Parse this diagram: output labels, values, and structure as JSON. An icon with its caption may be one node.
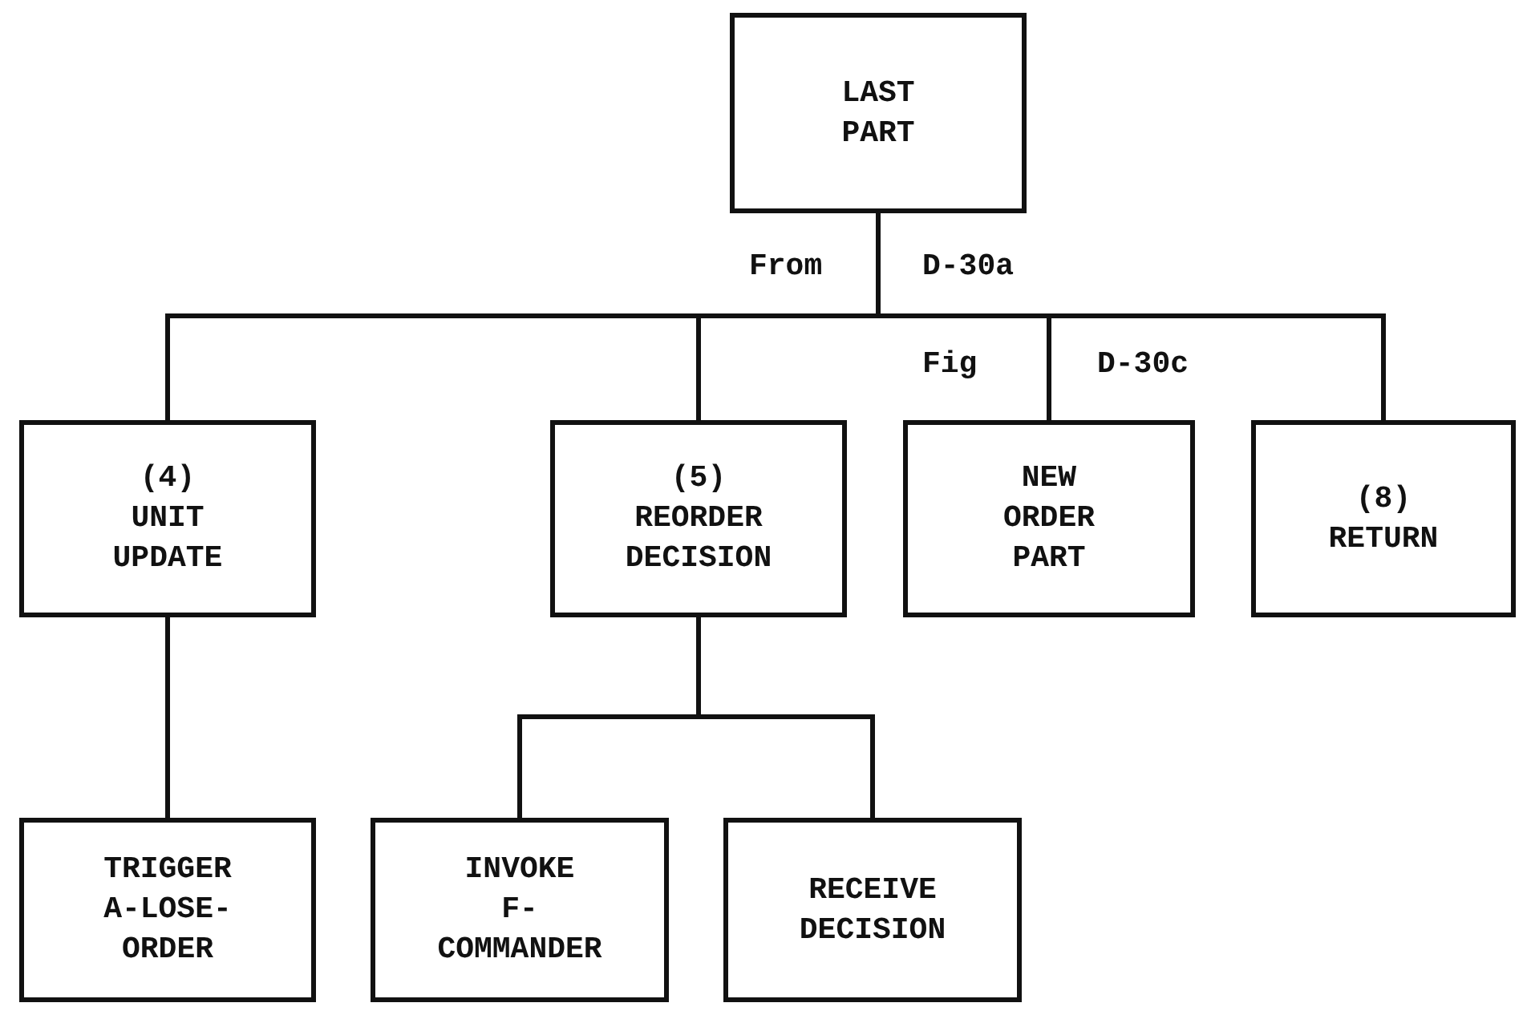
{
  "diagram": {
    "nodes": [
      {
        "text": [
          "LAST PART"
        ]
      },
      {
        "text": [
          "(4)",
          "UNIT UPDATE"
        ]
      },
      {
        "text": [
          "(5)",
          "REORDER DECISION"
        ]
      },
      {
        "text": [
          "NEW ORDER PART"
        ]
      },
      {
        "text": [
          "(8)",
          "RETURN"
        ]
      },
      {
        "text": [
          "TRIGGER A-LOSE- ORDER"
        ]
      },
      {
        "text": [
          "INVOKE F- COMMANDER"
        ]
      },
      {
        "text": [
          "RECEIVE DECISION"
        ]
      }
    ],
    "edges": [
      {
        "from": 0,
        "to": 1,
        "arrow": "none"
      },
      {
        "from": 0,
        "to": 2,
        "arrow": "none"
      },
      {
        "from": 0,
        "to": 3,
        "arrow": "none"
      },
      {
        "from": 0,
        "to": 4,
        "arrow": "none"
      },
      {
        "from": 1,
        "to": 5,
        "arrow": "none"
      },
      {
        "from": 2,
        "to": 6,
        "arrow": "none"
      },
      {
        "from": 2,
        "to": 7,
        "arrow": "none"
      }
    ],
    "labels": [
      "From",
      "D-30a",
      "Fig",
      "D-30c"
    ]
  }
}
